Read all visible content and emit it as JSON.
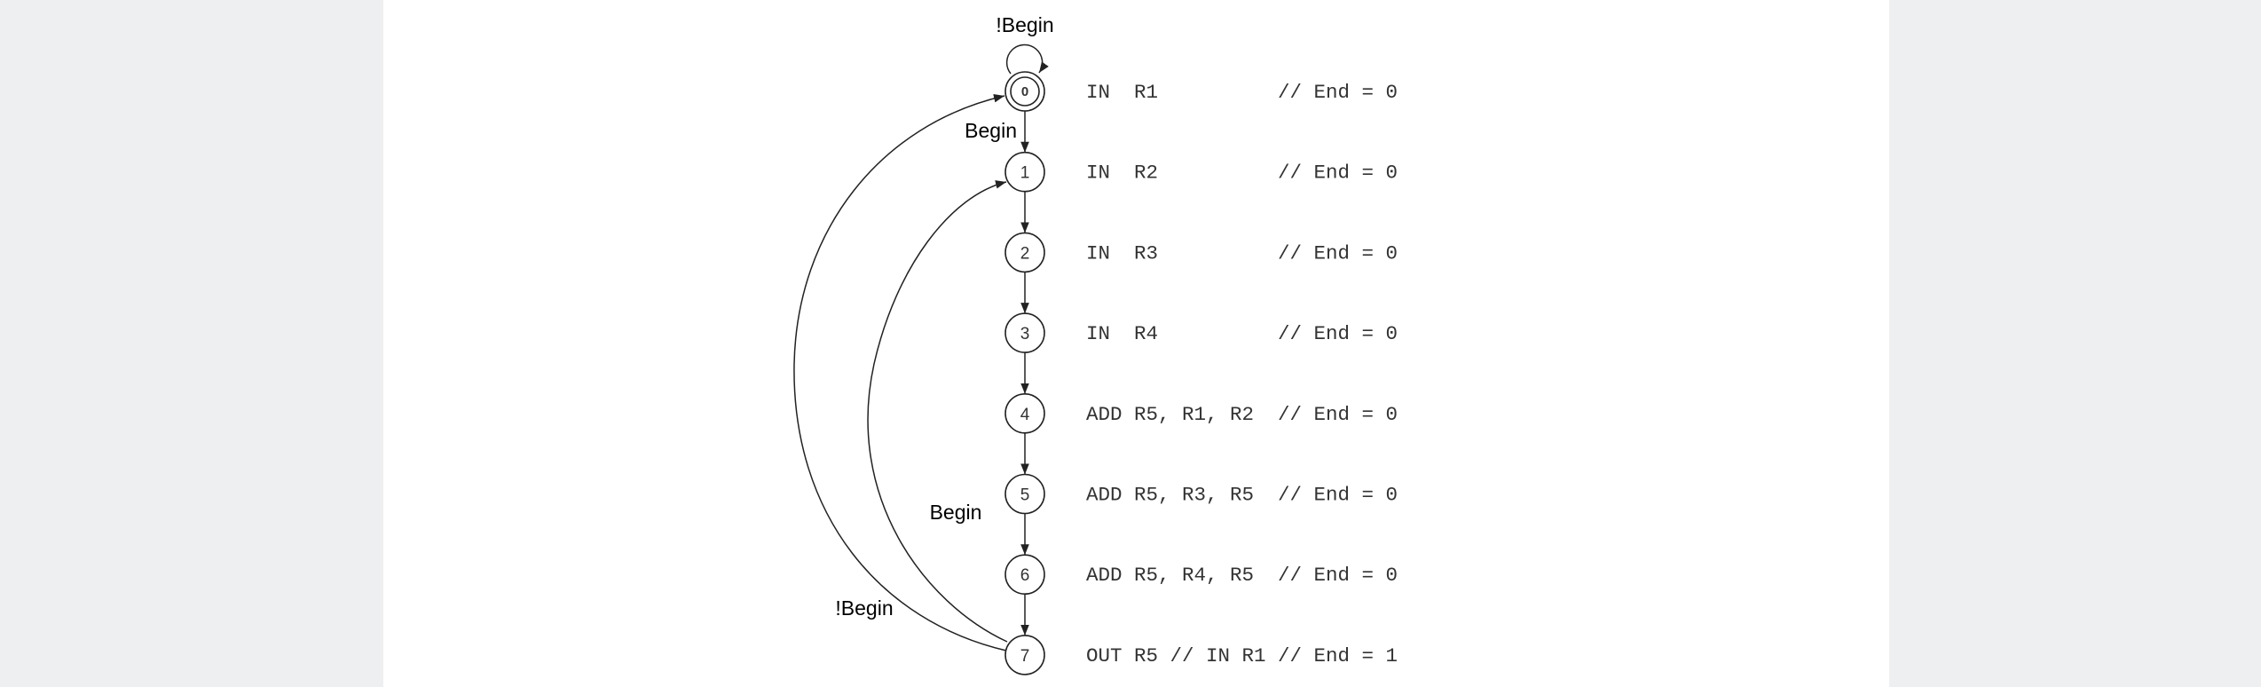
{
  "states": [
    {
      "label": "0",
      "initial": true
    },
    {
      "label": "1"
    },
    {
      "label": "2"
    },
    {
      "label": "3"
    },
    {
      "label": "4"
    },
    {
      "label": "5"
    },
    {
      "label": "6"
    },
    {
      "label": "7"
    }
  ],
  "instructions": [
    "IN  R1          // End = 0",
    "IN  R2          // End = 0",
    "IN  R3          // End = 0",
    "IN  R4          // End = 0",
    "ADD R5, R1, R2  // End = 0",
    "ADD R5, R3, R5  // End = 0",
    "ADD R5, R4, R5  // End = 0",
    "OUT R5 // IN R1 // End = 1"
  ],
  "transitions": {
    "self_loop_label": "!Begin",
    "start_label": "Begin",
    "back_to_1_label": "Begin",
    "back_to_0_label": "!Begin"
  }
}
